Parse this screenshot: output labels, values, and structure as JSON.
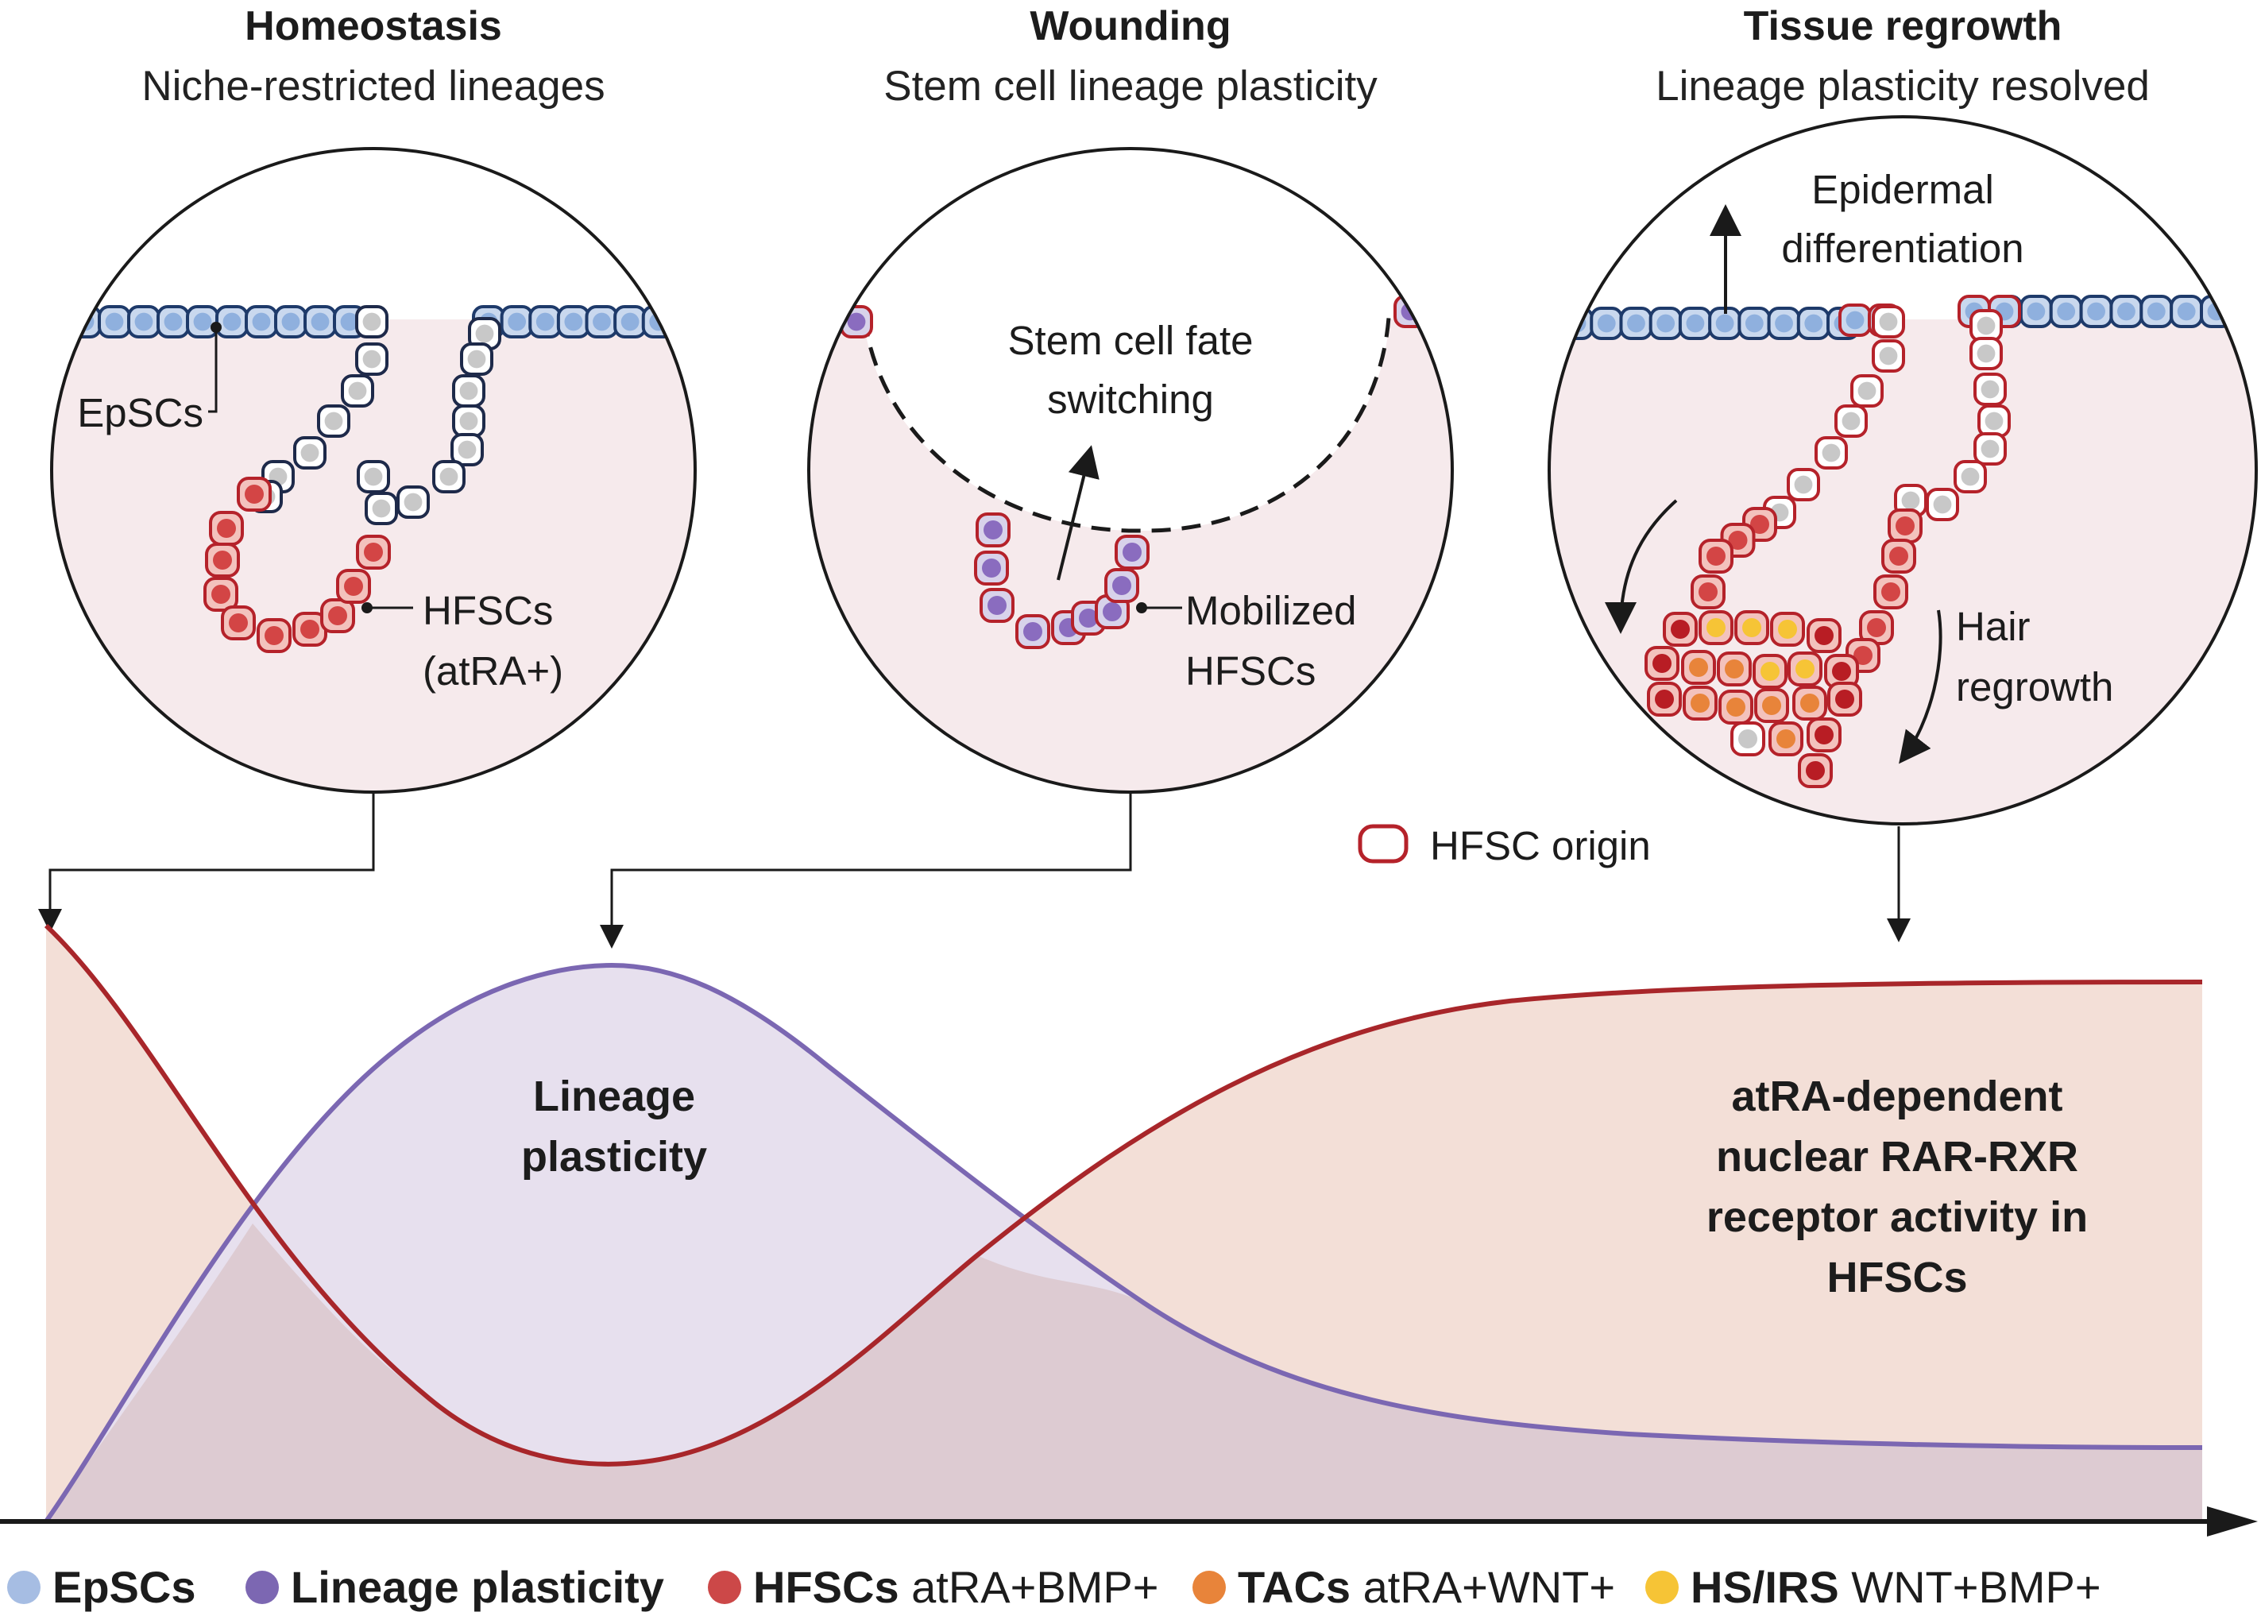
{
  "panels": [
    {
      "title": "Homeostasis",
      "subtitle": "Niche-restricted lineages",
      "labels": {
        "epscs": "EpSCs",
        "hfscs_line1": "HFSCs",
        "hfscs_line2": "(atRA+)"
      }
    },
    {
      "title": "Wounding",
      "subtitle": "Stem cell lineage plasticity",
      "labels": {
        "fate_line1": "Stem cell fate",
        "fate_line2": "switching",
        "mob_line1": "Mobilized",
        "mob_line2": "HFSCs"
      }
    },
    {
      "title": "Tissue regrowth",
      "subtitle": "Lineage plasticity resolved",
      "labels": {
        "epi_line1": "Epidermal",
        "epi_line2": "differentiation",
        "hair_line1": "Hair",
        "hair_line2": "regrowth"
      }
    }
  ],
  "hfsc_origin_label": "HFSC origin",
  "curve_labels": {
    "plasticity": [
      "Lineage",
      "plasticity"
    ],
    "atra": [
      "atRA-dependent",
      "nuclear RAR-RXR",
      "receptor activity in",
      "HFSCs"
    ]
  },
  "legend": [
    {
      "bold": "EpSCs",
      "rest": "",
      "color": "#a6bde3"
    },
    {
      "bold": "Lineage plasticity",
      "rest": "",
      "color": "#7c67b2"
    },
    {
      "bold": "HFSCs",
      "rest": " atRA+BMP+",
      "color": "#cc4848"
    },
    {
      "bold": "TACs",
      "rest": " atRA+WNT+",
      "color": "#e8843a"
    },
    {
      "bold": "HS/IRS",
      "rest": " WNT+BMP+",
      "color": "#f6c436"
    }
  ],
  "colors": {
    "circle_fill": "#f6eaec",
    "dark_outline": "#1e2a4a",
    "red_outline": "#b5222a",
    "red_line": "#a8262a",
    "purple_line": "#7b67b2",
    "red_area": "#f3dfd7",
    "purple_area": "#e7e0ee",
    "overlap_area": "#ddcbd2"
  }
}
